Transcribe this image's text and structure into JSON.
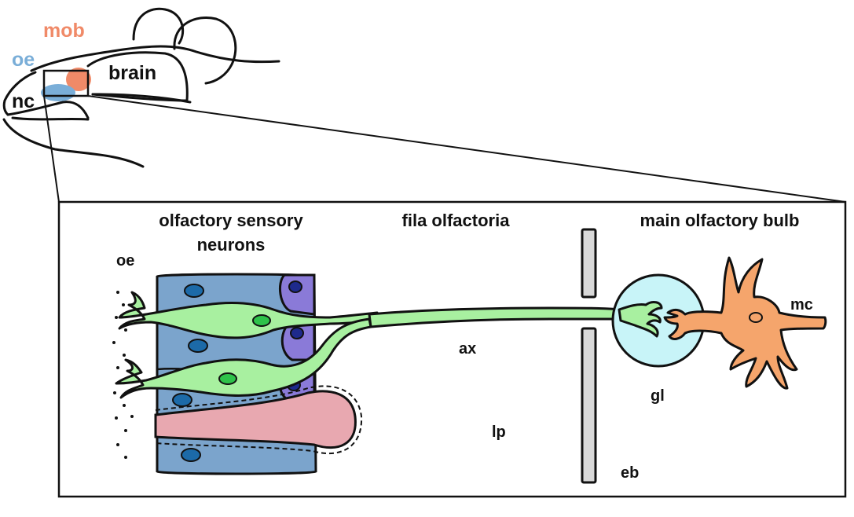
{
  "head_labels": {
    "mob": "mob",
    "oe": "oe",
    "brain": "brain",
    "nc": "nc"
  },
  "inset_labels": {
    "osn_line1": "olfactory sensory",
    "osn_line2": "neurons",
    "fila": "fila olfactoria",
    "mob": "main olfactory bulb",
    "oe": "oe",
    "ax": "ax",
    "lp": "lp",
    "gl": "gl",
    "eb": "eb",
    "mc": "mc"
  },
  "colors": {
    "mob": "#f08a68",
    "oe": "#7aaed8",
    "epithelium": "#7ba4cc",
    "neuron": "#a8f0a0",
    "nucleus_green": "#2ec24a",
    "nucleus_blue": "#1c6aa8",
    "support_cell": "#8a7ad8",
    "support_nucleus": "#1e2a8c",
    "gland": "#e8a8b0",
    "glomerulus": "#c8f4f8",
    "mitral_cell": "#f5a56c",
    "outline": "#111111"
  }
}
